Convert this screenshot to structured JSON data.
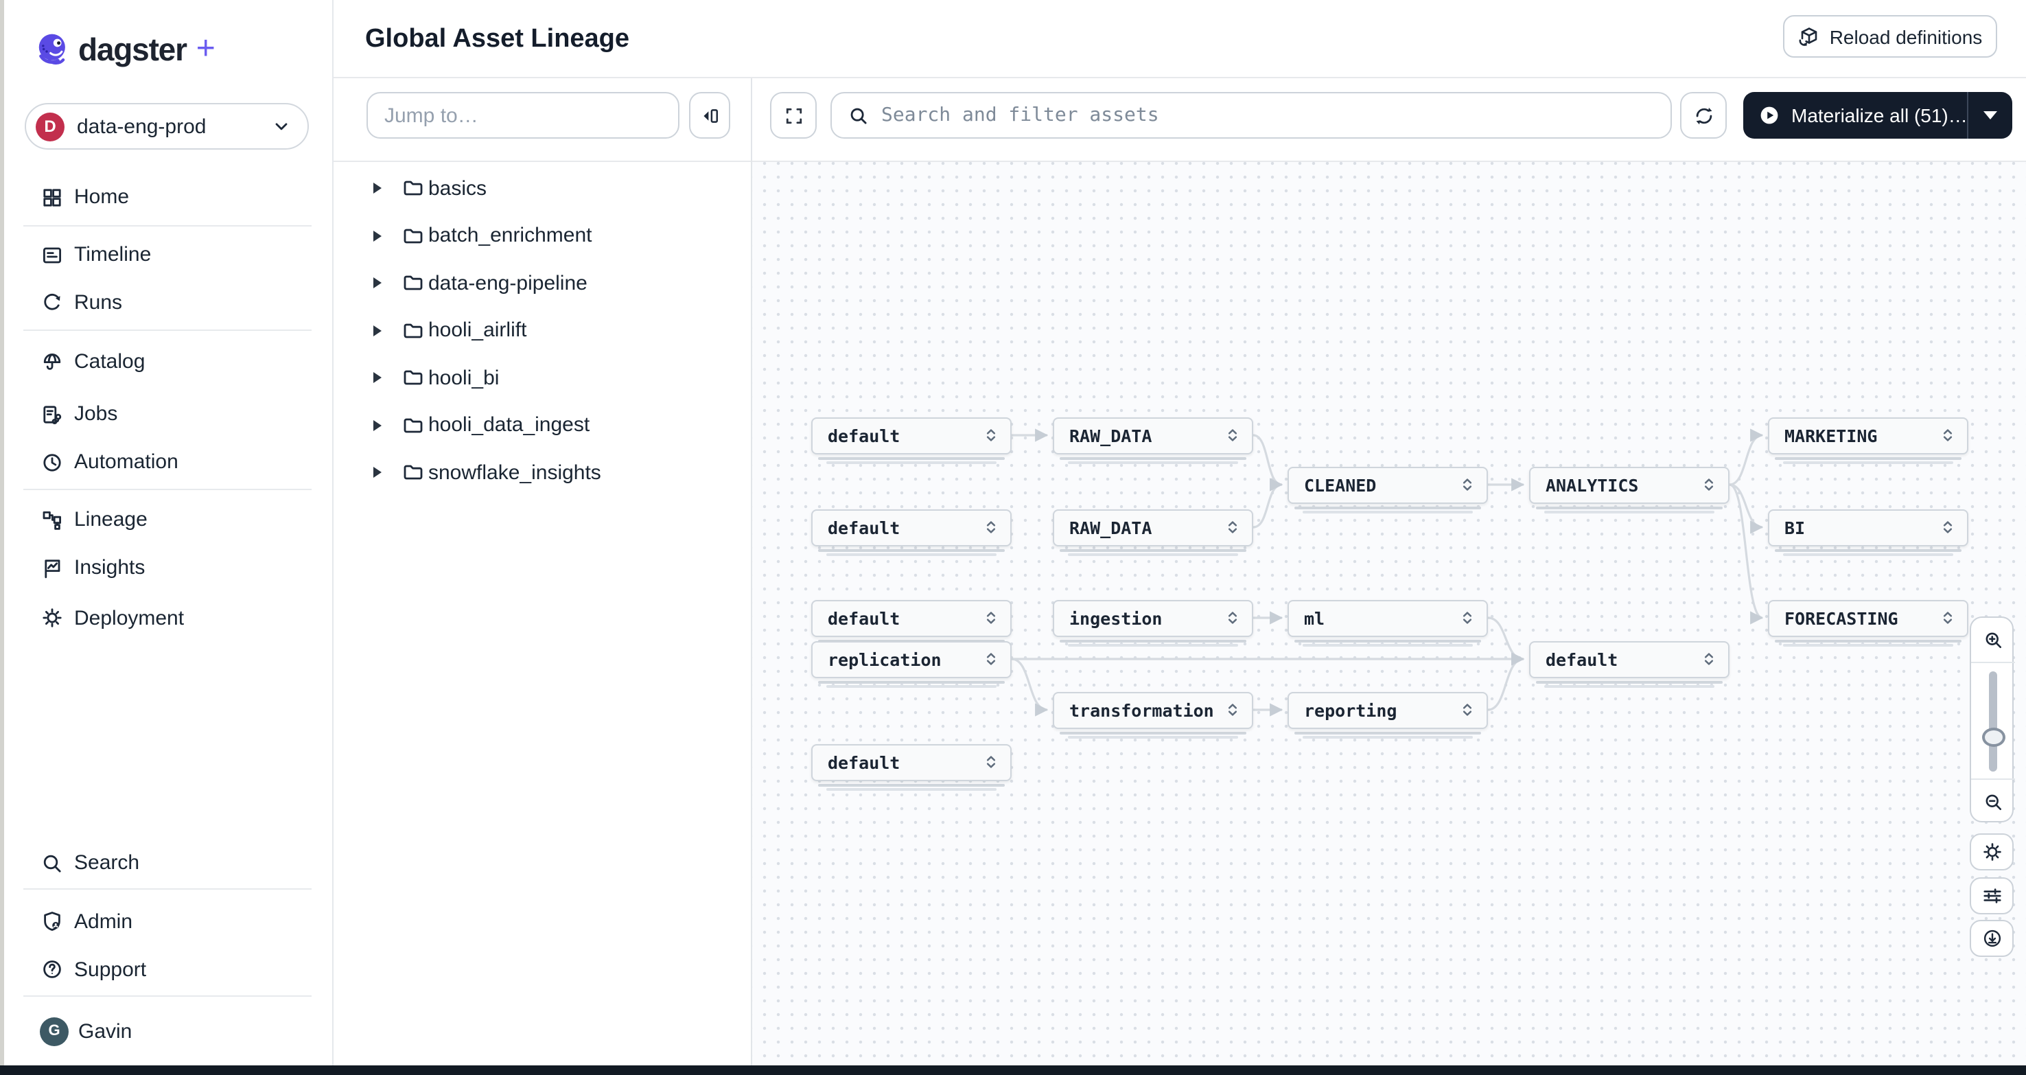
{
  "brand": {
    "name": "dagster",
    "plus": "+"
  },
  "workspace": {
    "initial": "D",
    "label": "data-eng-prod"
  },
  "sidebar": {
    "items": [
      {
        "icon": "home-icon",
        "label": "Home"
      },
      {
        "icon": "timeline-icon",
        "label": "Timeline"
      },
      {
        "icon": "runs-icon",
        "label": "Runs"
      },
      {
        "icon": "catalog-icon",
        "label": "Catalog"
      },
      {
        "icon": "jobs-icon",
        "label": "Jobs"
      },
      {
        "icon": "automation-icon",
        "label": "Automation"
      },
      {
        "icon": "lineage-icon",
        "label": "Lineage"
      },
      {
        "icon": "insights-icon",
        "label": "Insights"
      },
      {
        "icon": "deployment-icon",
        "label": "Deployment"
      },
      {
        "icon": "search-icon",
        "label": "Search"
      },
      {
        "icon": "admin-icon",
        "label": "Admin"
      },
      {
        "icon": "support-icon",
        "label": "Support"
      }
    ],
    "user": {
      "initial": "G",
      "name": "Gavin"
    }
  },
  "header": {
    "title": "Global Asset Lineage",
    "reload_label": "Reload definitions"
  },
  "explorer": {
    "jump_placeholder": "Jump to…",
    "folders": [
      "basics",
      "batch_enrichment",
      "data-eng-pipeline",
      "hooli_airlift",
      "hooli_bi",
      "hooli_data_ingest",
      "snowflake_insights"
    ]
  },
  "toolbar": {
    "search_placeholder": "Search and filter assets",
    "materialize_label": "Materialize all (51)…"
  },
  "graph": {
    "nodes": [
      {
        "id": "n1",
        "label": "default",
        "col": 1,
        "row": "r1"
      },
      {
        "id": "n2",
        "label": "RAW_DATA",
        "col": 2,
        "row": "r1"
      },
      {
        "id": "n3",
        "label": "MARKETING",
        "col": 5,
        "row": "r1"
      },
      {
        "id": "n4",
        "label": "CLEANED",
        "col": 3,
        "row": "r1b"
      },
      {
        "id": "n5",
        "label": "ANALYTICS",
        "col": 4,
        "row": "r1b"
      },
      {
        "id": "n6",
        "label": "default",
        "col": 1,
        "row": "r2"
      },
      {
        "id": "n7",
        "label": "RAW_DATA",
        "col": 2,
        "row": "r2"
      },
      {
        "id": "n8",
        "label": "BI",
        "col": 5,
        "row": "r2"
      },
      {
        "id": "n9",
        "label": "default",
        "col": 1,
        "row": "r3"
      },
      {
        "id": "n10",
        "label": "ingestion",
        "col": 2,
        "row": "r3"
      },
      {
        "id": "n11",
        "label": "ml",
        "col": 3,
        "row": "r3"
      },
      {
        "id": "n12",
        "label": "FORECASTING",
        "col": 5,
        "row": "r3"
      },
      {
        "id": "n13",
        "label": "replication",
        "col": 1,
        "row": "r4"
      },
      {
        "id": "n14",
        "label": "default",
        "col": 4,
        "row": "r4"
      },
      {
        "id": "n15",
        "label": "transformation",
        "col": 2,
        "row": "r4b"
      },
      {
        "id": "n16",
        "label": "reporting",
        "col": 3,
        "row": "r4b"
      },
      {
        "id": "n17",
        "label": "default",
        "col": 1,
        "row": "r5"
      }
    ],
    "edges": [
      [
        "n1",
        "n2"
      ],
      [
        "n2",
        "n4"
      ],
      [
        "n7",
        "n4"
      ],
      [
        "n4",
        "n5"
      ],
      [
        "n5",
        "n3"
      ],
      [
        "n5",
        "n8"
      ],
      [
        "n5",
        "n12"
      ],
      [
        "n10",
        "n11"
      ],
      [
        "n11",
        "n14"
      ],
      [
        "n13",
        "n14"
      ],
      [
        "n13",
        "n15"
      ],
      [
        "n15",
        "n16"
      ],
      [
        "n16",
        "n14"
      ]
    ]
  },
  "colors": {
    "accent_purple": "#6a5cf0",
    "brand_dark": "#1a2532",
    "workspace_red": "#c22f4d",
    "avatar_teal": "#3d5964",
    "materialize_bg": "#131c2b",
    "node_border": "#cfd5dc",
    "edge_gray": "#d5dae0",
    "graph_bg": "#fafbfd"
  }
}
